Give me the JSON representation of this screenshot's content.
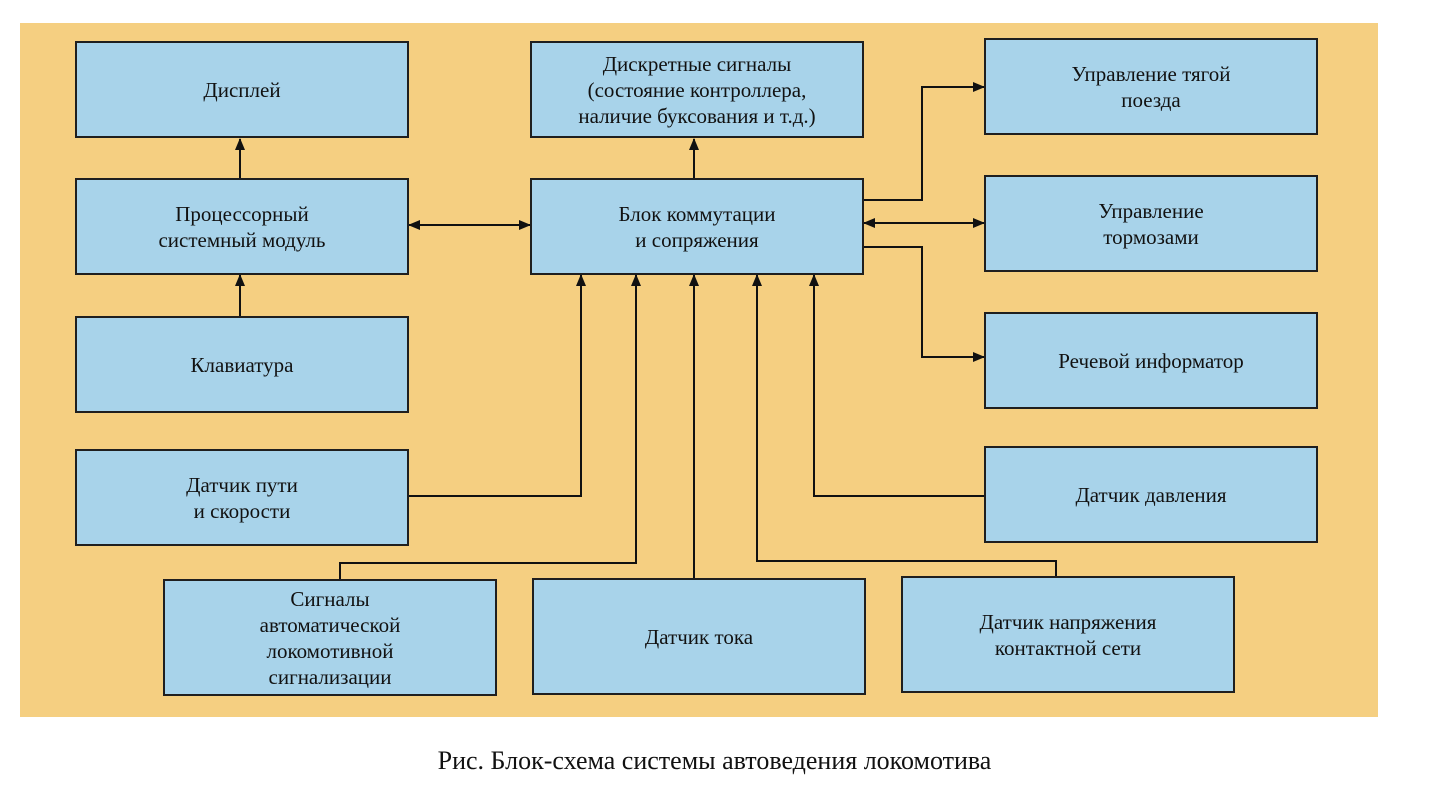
{
  "diagram": {
    "colors": {
      "panel": "#f5cf81",
      "box_fill": "#a8d3ea",
      "box_border": "#1f1f1f",
      "line": "#111111"
    },
    "boxes": {
      "display": "Дисплей",
      "cpu": "Процессорный\nсистемный модуль",
      "keyboard": "Клавиатура",
      "path_speed": "Датчик пути\nи скорости",
      "discrete": "Дискретные сигналы\n(состояние контроллера,\nналичие буксования и т.д.)",
      "switch": "Блок коммутации\nи сопряжения",
      "traction": "Управление тягой\nпоезда",
      "brakes": "Управление\nтормозами",
      "voice": "Речевой информатор",
      "pressure": "Датчик давления",
      "alsn": "Сигналы\nавтоматической\nлокомотивной\nсигнализации",
      "current": "Датчик тока",
      "voltage": "Датчик напряжения\nконтактной сети"
    },
    "connections": [
      {
        "from": "cpu",
        "to": "display",
        "type": "arrow"
      },
      {
        "from": "keyboard",
        "to": "cpu",
        "type": "arrow"
      },
      {
        "from": "cpu",
        "to": "switch",
        "type": "bidirectional"
      },
      {
        "from": "switch",
        "to": "discrete",
        "type": "arrow"
      },
      {
        "from": "switch",
        "to": "traction",
        "type": "arrow"
      },
      {
        "from": "switch",
        "to": "brakes",
        "type": "bidirectional"
      },
      {
        "from": "switch",
        "to": "voice",
        "type": "arrow"
      },
      {
        "from": "path_speed",
        "to": "switch",
        "type": "arrow"
      },
      {
        "from": "alsn",
        "to": "switch",
        "type": "arrow"
      },
      {
        "from": "current",
        "to": "switch",
        "type": "arrow"
      },
      {
        "from": "voltage",
        "to": "switch",
        "type": "arrow"
      },
      {
        "from": "pressure",
        "to": "switch",
        "type": "arrow"
      }
    ]
  },
  "caption": "Рис. Блок-схема системы автоведения локомотива"
}
